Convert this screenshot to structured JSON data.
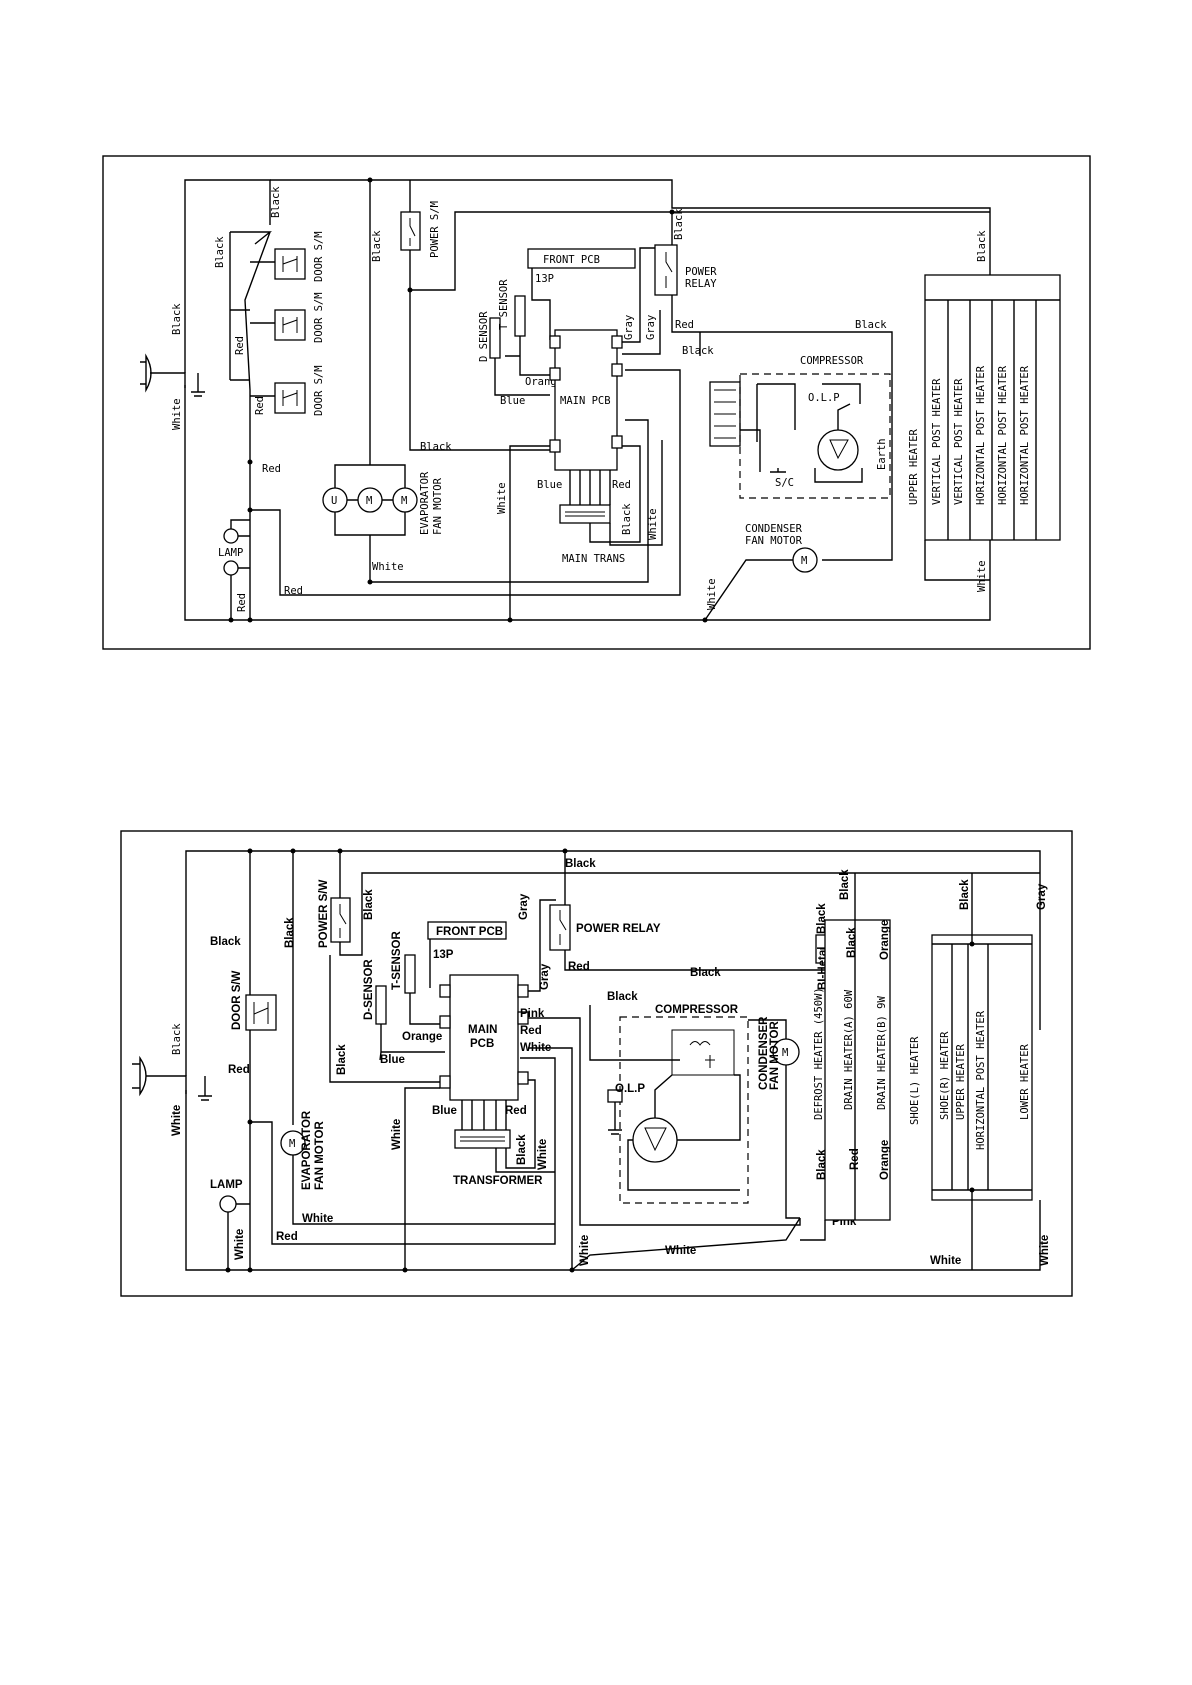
{
  "diagram1": {
    "wire_labels": {
      "black_top": "Black",
      "black_left": "Black",
      "black_plug": "Black",
      "white_plug": "White",
      "red_ds1": "Red",
      "red_ds2": "Red",
      "red_ds3": "Red",
      "red_lamp": "Red",
      "red_bottom": "Red",
      "black_evap": "Black",
      "black_pcb": "Black",
      "gray1": "Gray",
      "gray2": "Gray",
      "orange": "Orange",
      "blue_sensor": "Blue",
      "white_pcb": "White",
      "blue_trans": "Blue",
      "red_trans": "Red",
      "black_trans": "Black",
      "white_trans": "White",
      "white_bottom": "White",
      "black_relay": "Black",
      "red_relay": "Red",
      "black_comp": "Black",
      "black_comp2": "Black",
      "white_cond": "White",
      "black_heater": "Black",
      "white_heater": "White"
    },
    "components": {
      "door_sw1": "DOOR S/M",
      "door_sw2": "DOOR S/M",
      "door_sw3": "DOOR S/M",
      "power_sw": "POWER S/M",
      "front_pcb": "FRONT PCB",
      "connector": "13P",
      "d_sensor": "D SENSOR",
      "t_sensor": "T SENSOR",
      "main_pcb": "MAIN PCB",
      "power_relay_1": "POWER",
      "power_relay_2": "RELAY",
      "compressor": "COMPRESSOR",
      "olp": "O.L.P",
      "sc": "S/C",
      "earth": "Earth",
      "evap_fan_1": "EVAPORATOR",
      "evap_fan_2": "FAN MOTOR",
      "main_trans": "MAIN TRANS",
      "lamp": "LAMP",
      "cond_fan_1": "CONDENSER",
      "cond_fan_2": "FAN MOTOR",
      "motor_u": "U",
      "motor_m": "M"
    },
    "heaters": [
      "UPPER HEATER",
      "VERTICAL POST HEATER",
      "VERTICAL POST HEATER",
      "HORIZONTAL POST HEATER",
      "HORIZONTAL POST HEATER",
      "HORIZONTAL POST HEATER"
    ]
  },
  "diagram2": {
    "wire_labels": {
      "black_top": "Black",
      "black_left": "Black",
      "black_evap": "Black",
      "black_sw": "Black",
      "black_plug": "Black",
      "white_plug": "White",
      "red_left": "Red",
      "red_bottom": "Red",
      "white_lamp": "White",
      "black_pcb": "Black",
      "blue_sensor": "Blue",
      "orange": "Orange",
      "gray1": "Gray",
      "gray2": "Gray",
      "red_relay": "Red",
      "black_relay": "Black",
      "black_comp": "Black",
      "pink1": "Pink",
      "red_pcb": "Red",
      "white_pcb": "White",
      "white_trans_left": "White",
      "blue_trans": "Blue",
      "red_trans": "Red",
      "black_trans": "Black",
      "white_trans": "White",
      "white_evap": "White",
      "white_bottom": "White",
      "white_bottom2": "White",
      "pink2": "Pink",
      "black_bihetal": "Black",
      "black_def1": "Black",
      "black_def2": "Black",
      "orange_def1": "Orange",
      "red_def": "Red",
      "orange_def2": "Orange",
      "black_right": "Black",
      "gray_right": "Gray",
      "white_right": "White",
      "white_right2": "White",
      "black_top2": "Black"
    },
    "components": {
      "door_sw": "DOOR S/W",
      "power_sw": "POWER S/W",
      "front_pcb": "FRONT PCB",
      "connector": "13P",
      "d_sensor": "D-SENSOR",
      "t_sensor": "T-SENSOR",
      "main_pcb_1": "MAIN",
      "main_pcb_2": "PCB",
      "power_relay": "POWER RELAY",
      "compressor": "COMPRESSOR",
      "olp": "O.L.P",
      "cond_fan_1": "CONDENSER",
      "cond_fan_2": "FAN MOTOR",
      "evap_fan_1": "EVAPORATOR",
      "evap_fan_2": "FAN MOTOR",
      "transformer": "TRANSFORMER",
      "lamp": "LAMP",
      "bi_hetal": "BI-Hetal",
      "motor_m": "M"
    },
    "heaters": [
      "DEFROST HEATER (450W)",
      "DRAIN HEATER(A) 60W",
      "DRAIN HEATER(B) 9W",
      "SHOE(L) HEATER",
      "SHOE(R) HEATER",
      "UPPER HEATER",
      "HORIZONTAL POST HEATER",
      "LOWER HEATER"
    ]
  }
}
